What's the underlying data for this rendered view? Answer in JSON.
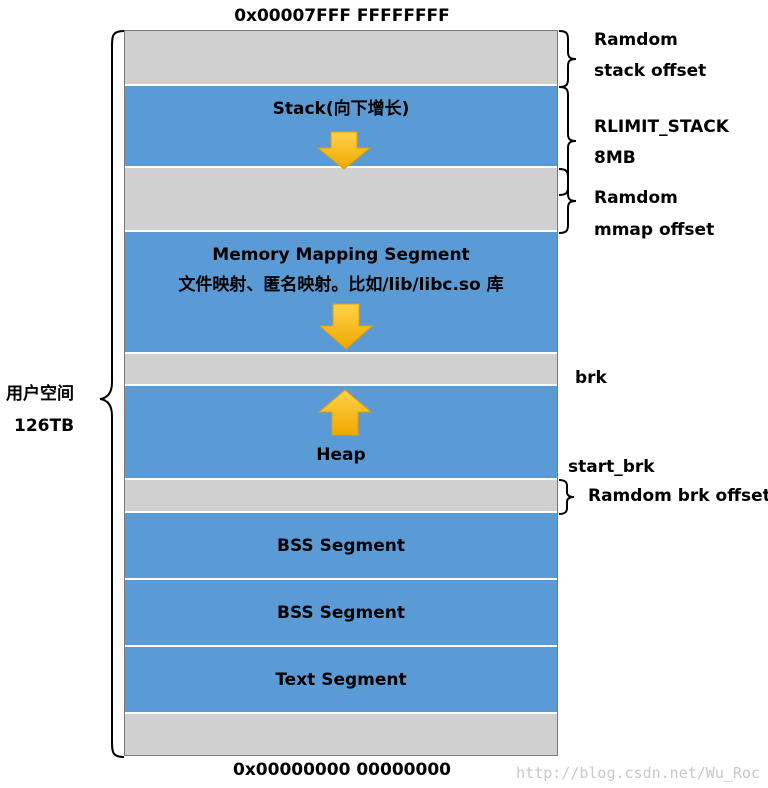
{
  "addresses": {
    "top": "0x00007FFF FFFFFFFF",
    "bottom": "0x00000000 00000000"
  },
  "user_space": {
    "line1": "用户空间",
    "line2": "126TB"
  },
  "segments": {
    "stack": "Stack(向下增长)",
    "mmap_title": "Memory Mapping Segment",
    "mmap_desc": "文件映射、匿名映射。比如/lib/libc.so 库",
    "heap": "Heap",
    "bss1": "BSS Segment",
    "bss2": "BSS Segment",
    "text": "Text Segment"
  },
  "annotations": {
    "random_stack_1": "Ramdom",
    "random_stack_2": "stack offset",
    "rlimit_1": "RLIMIT_STACK",
    "rlimit_2": "8MB",
    "random_mmap_1": "Ramdom",
    "random_mmap_2": "mmap offset",
    "brk": "brk",
    "start_brk": "start_brk",
    "random_brk": "Ramdom brk offset"
  },
  "watermark": "http://blog.csdn.net/Wu_Roc",
  "colors": {
    "segment_blue": "#5b9bd5",
    "gap_grey": "#d0d0d0",
    "arrow_gold": "#ffc000"
  }
}
